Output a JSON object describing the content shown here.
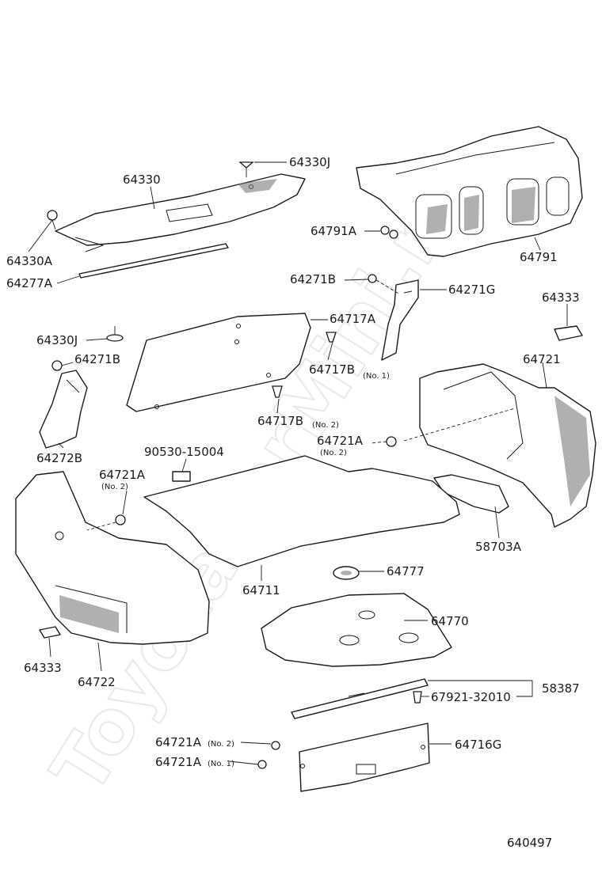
{
  "diagram_number": "640497",
  "watermark": "ToyotaCarMini.ru",
  "labels": {
    "p64330": "64330",
    "p64330J_top": "64330J",
    "p64330A": "64330A",
    "p64277A": "64277A",
    "p64791A": "64791A",
    "p64791": "64791",
    "p64271B_top": "64271B",
    "p64271G": "64271G",
    "p64333_right": "64333",
    "p64717A": "64717A",
    "p64330J_left": "64330J",
    "p64271B_left": "64271B",
    "p64717B_no1": "64717B",
    "p64717B_no1_sub": "(No. 1)",
    "p64721": "64721",
    "p64272B": "64272B",
    "p64717B_no2": "64717B",
    "p64717B_no2_sub": "(No. 2)",
    "p64721A_mid": "64721A",
    "p64721A_mid_sub": "(No. 2)",
    "p90530": "90530-15004",
    "p64721A_left": "64721A",
    "p64721A_left_sub": "(No. 2)",
    "p58703A": "58703A",
    "p64711": "64711",
    "p64777": "64777",
    "p64770": "64770",
    "p64333_left": "64333",
    "p64722": "64722",
    "p58387": "58387",
    "p67921": "67921-32010",
    "p64716G": "64716G",
    "p64721A_no2": "64721A",
    "p64721A_no2_sub": "(No. 2)",
    "p64721A_no1": "64721A",
    "p64721A_no1_sub": "(No. 1)"
  }
}
